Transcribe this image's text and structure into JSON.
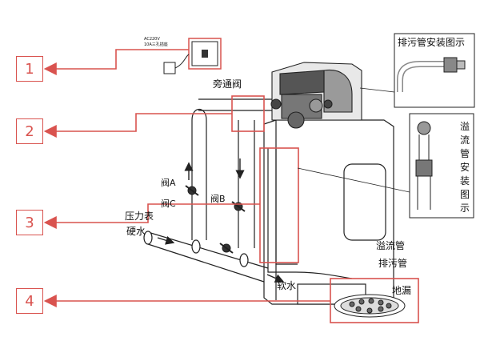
{
  "callouts": [
    {
      "number": "1"
    },
    {
      "number": "2"
    },
    {
      "number": "3"
    },
    {
      "number": "4"
    }
  ],
  "labels": {
    "outlet_voltage": "AC220V",
    "outlet_spec": "10A三孔插座",
    "bypass_valve": "旁通阀",
    "valve_a": "阀A",
    "valve_b": "阀B",
    "valve_c": "阀C",
    "pressure_gauge": "压力表",
    "hard_water": "硬水",
    "soft_water": "软水",
    "overflow_pipe": "溢流管",
    "drain_pipe": "排污管",
    "floor_drain": "地漏",
    "drain_install_title": "排污管安装图示",
    "overflow_install_title": "溢流管安装图示"
  },
  "colors": {
    "highlight": "#d9534f",
    "line": "#222222"
  }
}
